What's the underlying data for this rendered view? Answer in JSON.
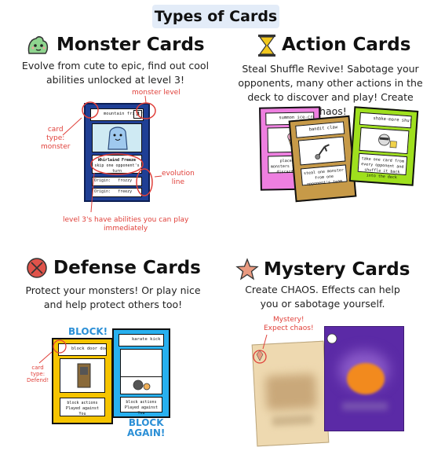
{
  "title": "Types of Cards",
  "sections": {
    "monster": {
      "title": "Monster Cards",
      "desc_line1": "Evolve from cute to epic, find out cool",
      "desc_line2": "abilities unlocked at level 3!",
      "card": {
        "name": "mountain frizzy",
        "level": "3",
        "ability": "Whirlwind Freeze",
        "ability_text": "skip one opponent's turn",
        "evo1_label": "Origin:",
        "evo1_value": "frozzy",
        "evo2_label": "Origin:",
        "evo2_value": "freezy"
      },
      "annotations": {
        "level": "monster level",
        "type_line1": "card",
        "type_line2": "type:",
        "type_line3": "monster",
        "evolution_line1": "evolution",
        "evolution_line2": "line",
        "abilities_line1": "level 3's have abilities you can play",
        "abilities_line2": "immediately"
      }
    },
    "action": {
      "title": "Action Cards",
      "desc_line1": "Steal Shuffle Revive! Sabotage your",
      "desc_line2": "opponents, many other actions in the",
      "desc_line3": "deck to discover and play! Create chaos!",
      "cards": [
        {
          "name": "summon ice-cream",
          "text": "place two monsters from the discard pile"
        },
        {
          "name": "bandit claw",
          "text": "steal one monster from one opponent's team"
        },
        {
          "name": "shake-more shuffle",
          "text": "take one card from every opponent and shuffle it back into the deck"
        }
      ]
    },
    "defense": {
      "title": "Defense Cards",
      "desc_line1": "Protect your monsters! Or play nice",
      "desc_line2": "and help protect others too!",
      "cards": [
        {
          "name": "block door doom",
          "text": "block actions Played against You"
        },
        {
          "name": "karate kick",
          "text": "block actions Played against You"
        }
      ],
      "annotations": {
        "block": "BLOCK!",
        "block_again_line1": "BLOCK",
        "block_again_line2": "AGAIN!",
        "type_line1": "card",
        "type_line2": "type:",
        "type_line3": "Defend!"
      }
    },
    "mystery": {
      "title": "Mystery Cards",
      "desc_line1": "Create CHAOS. Effects can help",
      "desc_line2": "you or sabotage yourself.",
      "annotations": {
        "line1": "Mystery!",
        "line2": "Expect chaos!"
      }
    }
  },
  "colors": {
    "monster_card": "#1f3f95",
    "action_pink": "#ee7fe0",
    "action_gold": "#c79a48",
    "action_green": "#9fe01d",
    "defense_yellow": "#f6c400",
    "defense_blue": "#28b0ef",
    "annotation_red": "#e0403a",
    "annotation_blue": "#2b8fd6",
    "title_bg": "#e3ecf8"
  }
}
